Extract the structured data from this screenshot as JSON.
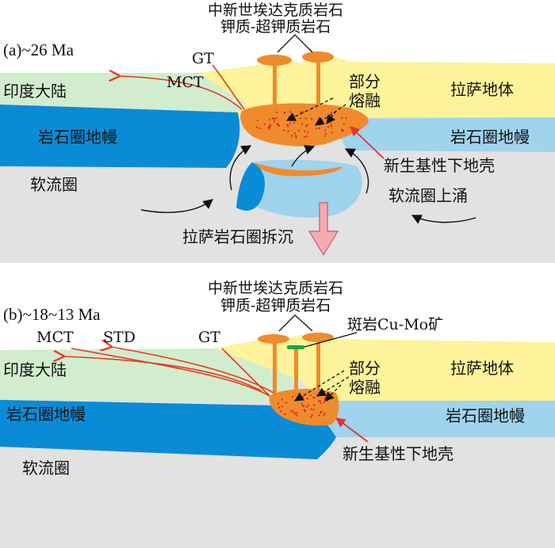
{
  "colors": {
    "india": "#d2ecce",
    "lhasa": "#fdf39a",
    "mantle_india": "#0a8bd6",
    "mantle_lhasa": "#9fd3ee",
    "asthenosphere": "#e2e2e2",
    "crust": "#ef8b2c",
    "melt_dots": "#d8262a",
    "fault": "#e53a23",
    "arrow_red": "#e8332c",
    "arrow_pink": "#f5a9b0",
    "ore": "#1fa64a"
  },
  "panel_a": {
    "title": "(a)~26 Ma",
    "rock_label_1": "中新世埃达克质岩石",
    "rock_label_2": "钾质-超钾质岩石",
    "gt": "GT",
    "mct": "MCT",
    "india": "印度大陆",
    "lhasa": "拉萨地体",
    "mantle_left": "岩石圈地幔",
    "mantle_right": "岩石圈地幔",
    "partial_1": "部分",
    "partial_2": "熔融",
    "lower_crust": "新生基性下地壳",
    "asthenosphere": "软流圈",
    "upwelling": "软流圈上涌",
    "delamination": "拉萨岩石圈拆沉"
  },
  "panel_b": {
    "title": "(b)~18~13 Ma",
    "rock_label_1": "中新世埃达克质岩石",
    "rock_label_2": "钾质-超钾质岩石",
    "porphyry": "斑岩Cu-Mo矿",
    "mct": "MCT",
    "std": "STD",
    "gt": "GT",
    "india": "印度大陆",
    "lhasa": "拉萨地体",
    "mantle_left": "岩石圈地幔",
    "mantle_right": "岩石圈地幔",
    "partial_1": "部分",
    "partial_2": "熔融",
    "lower_crust": "新生基性下地壳",
    "asthenosphere": "软流圈"
  }
}
